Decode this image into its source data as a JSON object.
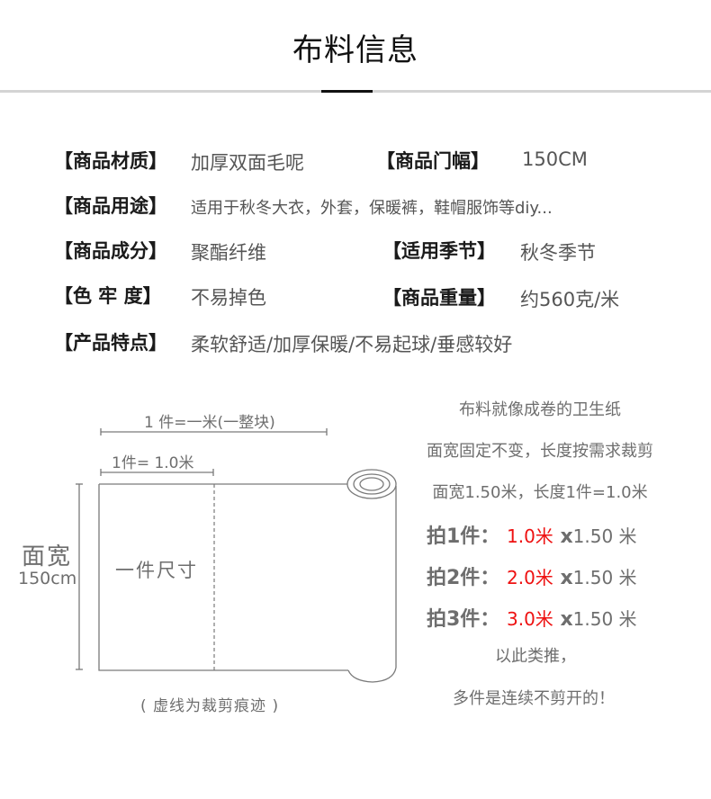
{
  "header": {
    "title": "布料信息"
  },
  "specs": [
    {
      "label": "【商品材质】",
      "value": "加厚双面毛呢"
    },
    {
      "label": "【商品门幅】",
      "value": "150CM"
    },
    {
      "label": "【商品用途】",
      "value": "适用于秋冬大衣，外套，保暖裤，鞋帽服饰等diy..."
    },
    {
      "label": "【商品成分】",
      "value": "聚酯纤维"
    },
    {
      "label": "【适用季节】",
      "value": "秋冬季节"
    },
    {
      "label": "【色 牢 度】",
      "value": "不易掉色"
    },
    {
      "label": "【商品重量】",
      "value": "约560克/米"
    },
    {
      "label": "【产品特点】",
      "value": "柔软舒适/加厚保暖/不易起球/垂感较好"
    }
  ],
  "diagram": {
    "top_dimension": "1 件=一米(一整块)",
    "piece_dimension": "1件= 1.0米",
    "width_label": "面宽",
    "width_value": "150cm",
    "piece_label": "一件尺寸",
    "caption": "( 虚线为裁剪痕迹 )",
    "line_color": "#7a7a7a"
  },
  "explanation": {
    "line1": "布料就像成卷的卫生纸",
    "line2": "面宽固定不变，长度按需求裁剪",
    "line3": "面宽1.50米，长度1件=1.0米",
    "orders": [
      {
        "label": "拍1件：",
        "length": "1.0米",
        "x": "x",
        "width": "1.50 米"
      },
      {
        "label": "拍2件：",
        "length": "2.0米",
        "x": "x",
        "width": "1.50 米"
      },
      {
        "label": "拍3件：",
        "length": "3.0米",
        "x": "x",
        "width": "1.50 米"
      }
    ],
    "line_etc": "以此类推，",
    "line_final": "多件是连续不剪开的！",
    "highlight_color": "#ee1111"
  }
}
